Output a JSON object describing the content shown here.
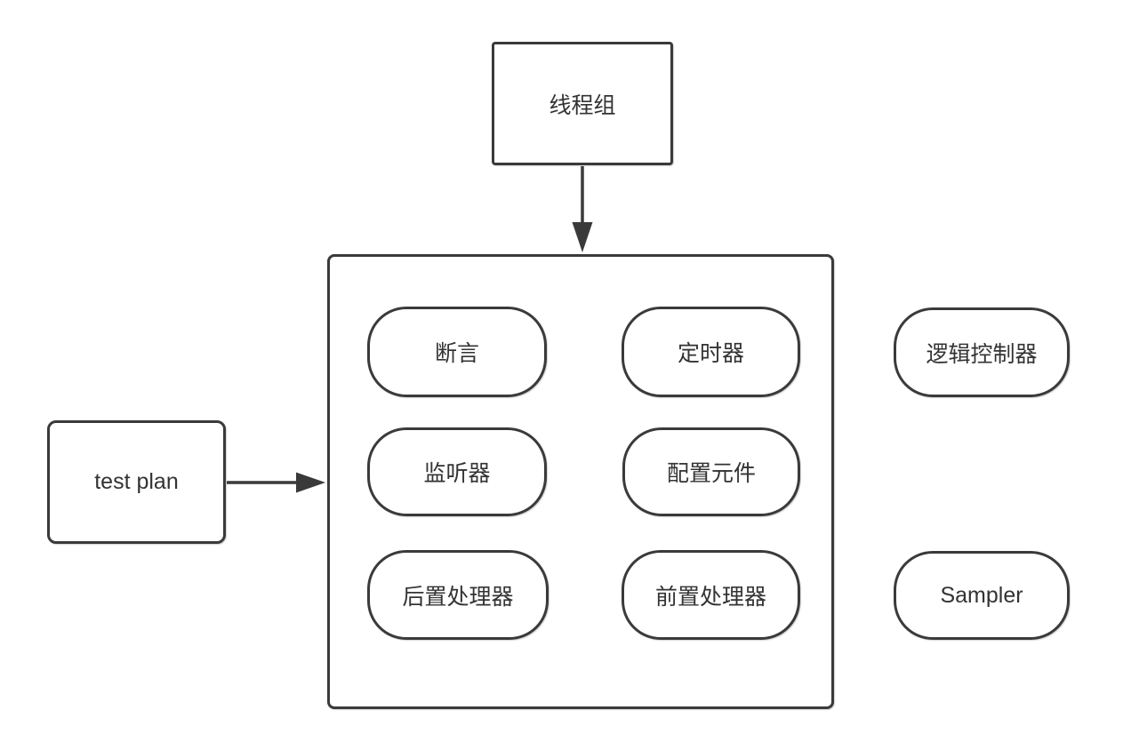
{
  "diagram": {
    "title": "JMeter test plan structure diagram",
    "top_box": {
      "label": "线程组"
    },
    "left_box": {
      "label": "test plan"
    },
    "container_items": [
      {
        "label": "断言"
      },
      {
        "label": "定时器"
      },
      {
        "label": "监听器"
      },
      {
        "label": "配置元件"
      },
      {
        "label": "后置处理器"
      },
      {
        "label": "前置处理器"
      }
    ],
    "right_items": [
      {
        "label": "逻辑控制器"
      },
      {
        "label": "Sampler"
      }
    ],
    "edges": [
      {
        "from": "线程组",
        "to": "container",
        "direction": "down"
      },
      {
        "from": "test plan",
        "to": "container",
        "direction": "right"
      }
    ],
    "colors": {
      "stroke": "#3a3a3a",
      "text": "#333333",
      "background": "#ffffff"
    }
  }
}
